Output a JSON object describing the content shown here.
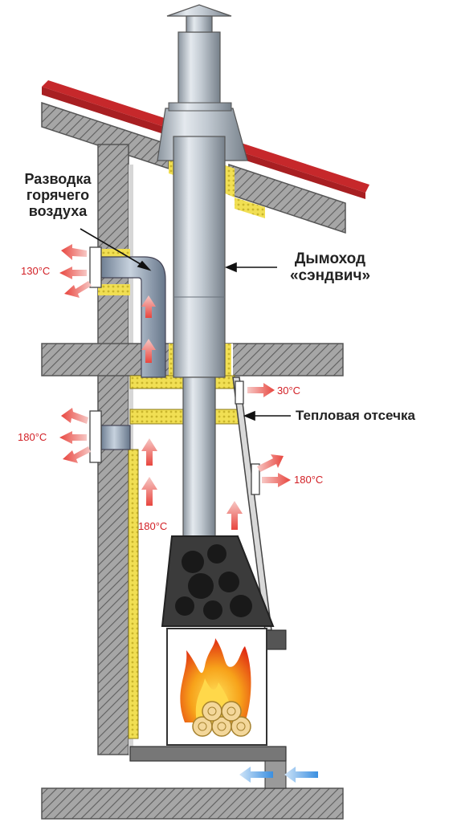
{
  "labels": {
    "hot_air_line1": "Разводка",
    "hot_air_line2": "горячего",
    "hot_air_line3": "воздуха",
    "chimney_line1": "Дымоход",
    "chimney_line2": "«сэндвич»",
    "thermal_cutoff": "Тепловая отсечка"
  },
  "temperatures": {
    "vent_upper": "130°C",
    "vent_lower": "180°C",
    "cutoff_above": "30°C",
    "beside_chimney": "180°C",
    "inside_casing": "180°C"
  },
  "colors": {
    "hot_arrow": "#e8463f",
    "cold_arrow": "#3a8fe0",
    "insulation": "#f2e15a",
    "roof_tile": "#c6282b",
    "wall_hatch": "#8a8a8a",
    "steel": "#b9c2cc"
  }
}
